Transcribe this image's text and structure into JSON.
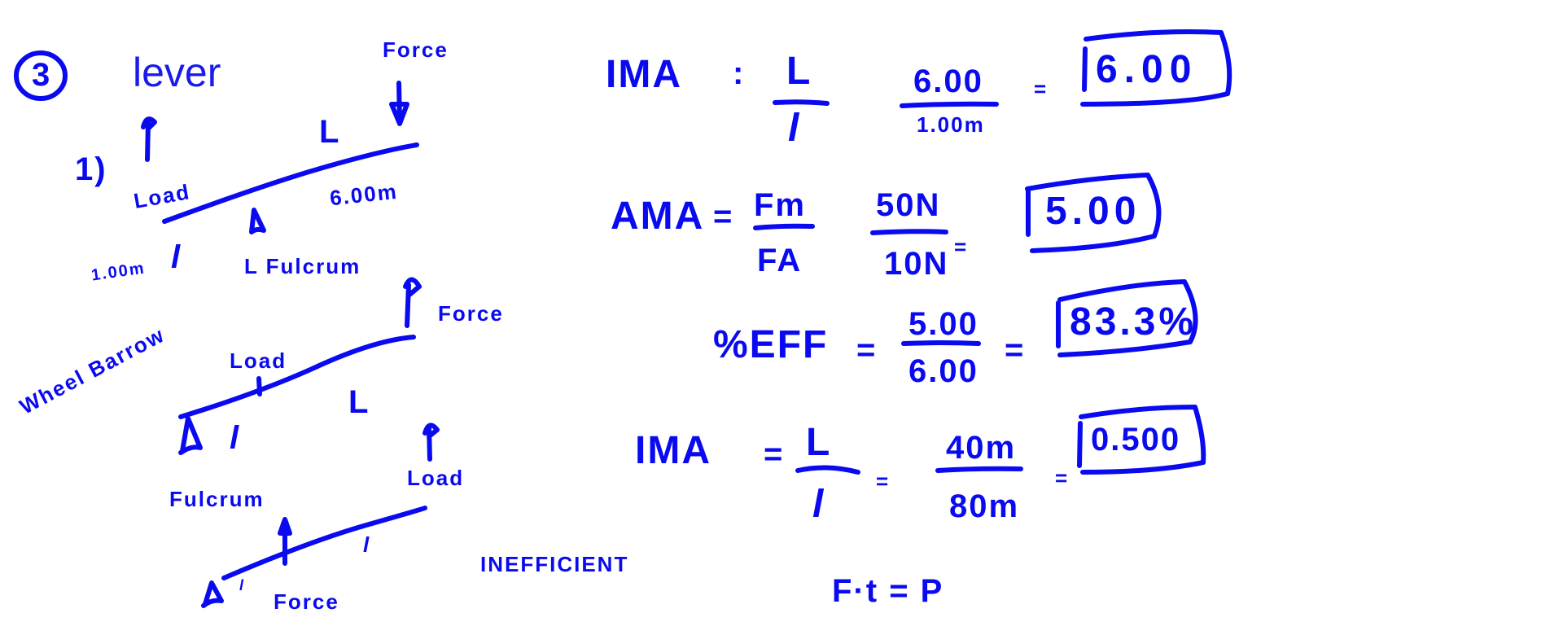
{
  "heading": {
    "number": "3",
    "title": "lever"
  },
  "lever1": {
    "label": "1)",
    "force": "Force",
    "effort_arm": "L",
    "load": "Load",
    "effort_length": "6.00m",
    "resistance_length": "1.00m",
    "resistance_arm": "l",
    "fulcrum": "L Fulcrum"
  },
  "lever2": {
    "name": "Wheel Barrow",
    "force": "Force",
    "load": "Load",
    "effort_arm": "L",
    "resistance_arm": "l",
    "fulcrum": "Fulcrum"
  },
  "lever3": {
    "load": "Load",
    "resistance_arm": "l",
    "effort_arm": "l",
    "force": "Force",
    "note": "inefficient"
  },
  "equations": {
    "ima1": {
      "lhs": "IMA",
      "eq": ":",
      "num": "L",
      "den": "l",
      "val_num": "6.00",
      "val_den": "1.00m",
      "eq2": "=",
      "result": "6.00"
    },
    "ama": {
      "lhs": "AMA",
      "eq": "=",
      "num": "Fm",
      "den": "FA",
      "val_num": "50N",
      "val_den": "10N",
      "eq2": "=",
      "result": "5.00"
    },
    "eff": {
      "lhs": "%EFF",
      "eq": "=",
      "val_num": "5.00",
      "val_den": "6.00",
      "eq2": "=",
      "result": "83.3%"
    },
    "ima2": {
      "lhs": "IMA",
      "eq": "=",
      "num": "L",
      "den": "l",
      "eq_mid": "=",
      "val_num": "40m",
      "val_den": "80m",
      "eq2": "=",
      "result": "0.500"
    },
    "power": "F·t = P"
  }
}
